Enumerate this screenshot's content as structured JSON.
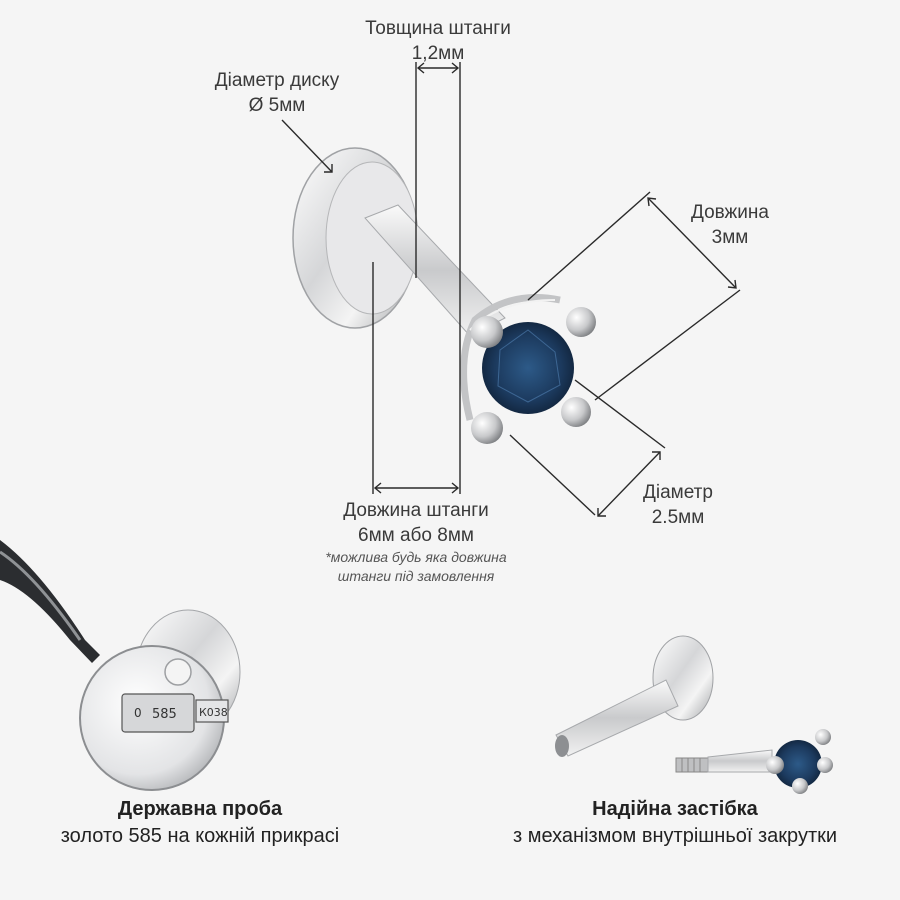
{
  "annotations": {
    "bar_thickness": {
      "title": "Товщина штанги",
      "value": "1,2мм"
    },
    "disc_diameter": {
      "title": "Діаметр диску",
      "value": "Ø 5мм"
    },
    "length": {
      "title": "Довжина",
      "value": "3мм"
    },
    "diameter": {
      "title": "Діаметр",
      "value": "2.5мм"
    },
    "bar_length": {
      "title": "Довжина штанги",
      "value": "6мм або 8мм",
      "note_line1": "*можлива будь яка довжина",
      "note_line2": "штанги під замовлення"
    }
  },
  "hallmark": {
    "left": "0",
    "mark": "585",
    "code": "К038"
  },
  "captions": {
    "left": {
      "title": "Державна проба",
      "text": "золото 585 на кожній прикрасі"
    },
    "right": {
      "title": "Надійна застібка",
      "text": "з механізмом внутрішньої закрутки"
    }
  },
  "colors": {
    "background": "#f5f5f5",
    "metal": "#d9dadc",
    "gem": "#1c3a5e",
    "line": "#2a2a2a"
  }
}
